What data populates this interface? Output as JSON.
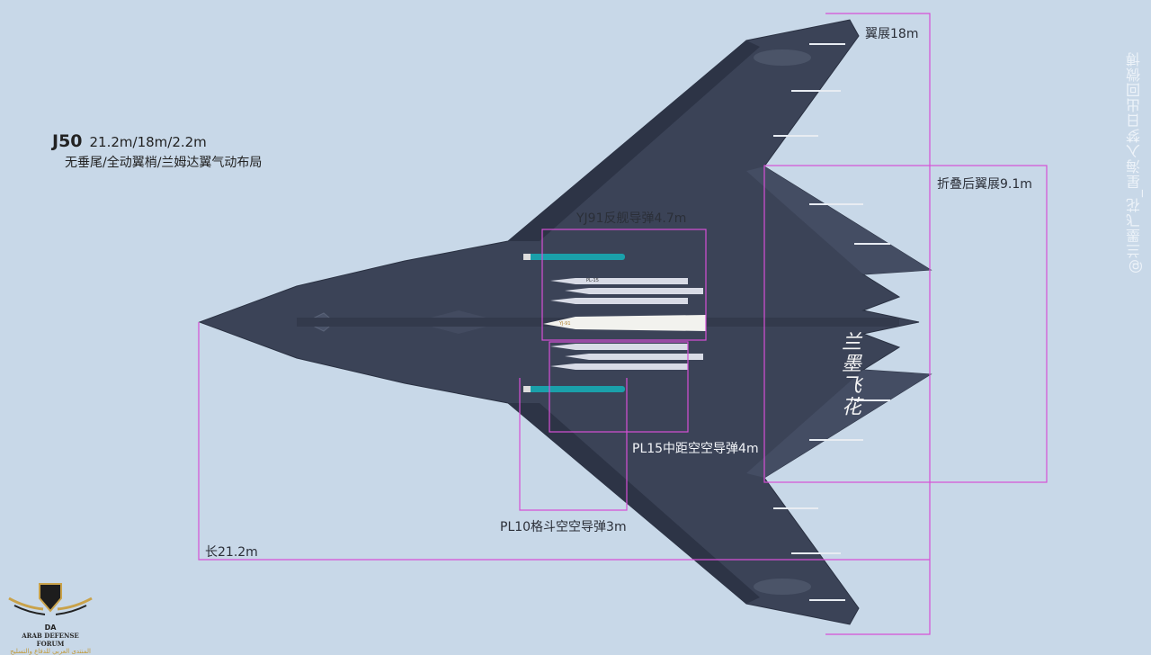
{
  "header": {
    "model": "J50",
    "dims": "21.2m/18m/2.2m",
    "features": "无垂尾/全动翼梢/兰姆达翼气动布局"
  },
  "labels": {
    "wingspan": "翼展18m",
    "folded_span": "折叠后翼展9.1m",
    "yj91": "YJ91反舰导弹4.7m",
    "pl15": "PL15中距空空导弹4m",
    "pl10": "PL10格斗空空导弹3m",
    "length": "长21.2m"
  },
  "missile_markings": {
    "pl15": "PL-15",
    "yj91": "YJ-91"
  },
  "watermark": "@兰墨飞花_星海入梦日出回微博",
  "signature": "兰墨飞花",
  "logo": {
    "initials": "DA",
    "name": "ARAB DEFENSE FORUM",
    "arabic": "المنتدى العربي للدفاع والتسليح"
  },
  "colors": {
    "background": "#c8d8e8",
    "aircraft": "#3b4357",
    "dimension_lines": "#d650d6",
    "pl10": "#1aa0aa"
  }
}
